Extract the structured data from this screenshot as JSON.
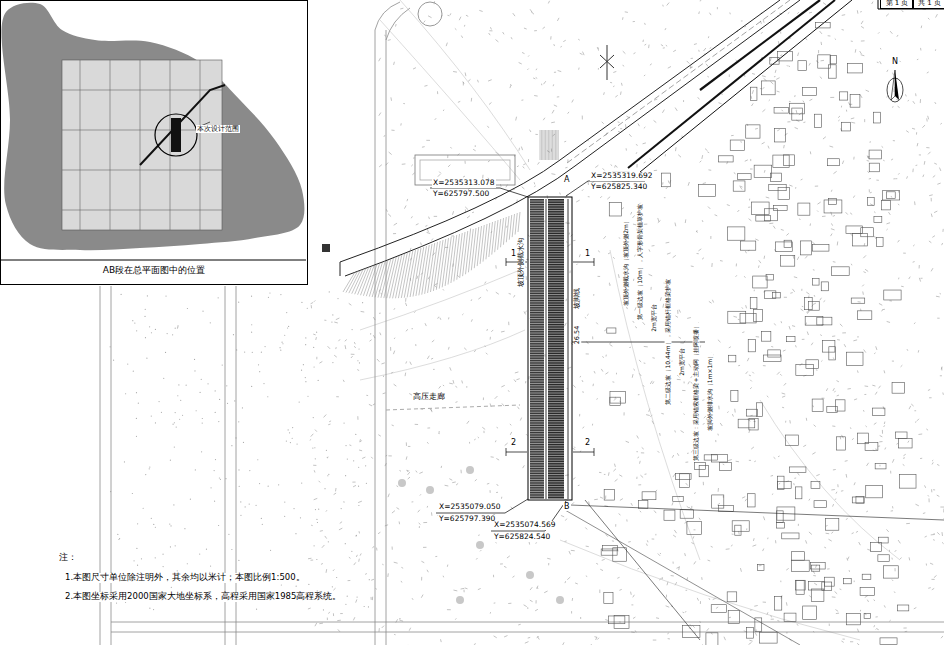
{
  "diagram": {
    "nodes": [
      {
        "text": [
          "AB段在总平面图中的位置"
        ]
      },
      {
        "text": [
          "第 1 页"
        ]
      },
      {
        "text": [
          "共 1 页"
        ]
      }
    ],
    "labels": [
      "本次设计范围",
      "X=2535313.078",
      "Y=625797.500",
      "X=2535319.692",
      "Y=625825.340",
      "A",
      "1",
      "1",
      "坡顶外侧截水沟",
      "坡脚线",
      "26.54",
      "坡顶外侧截水沟（坡顶外侧2m）",
      "第一级边坡（10m），人字形骨架植草护坡",
      "2m宽平台",
      "第二级边坡（10.44m），采用锚杆框格梁护坡",
      "2m宽平台",
      "第三级边坡：采用锚索框格梁+主动网（挂网喷播）",
      "坡脚外侧排水沟（1m×1m）",
      "2",
      "2",
      "高压走廊",
      "X=2535079.050",
      "Y=625797.390",
      "B",
      "X=2535074.569",
      "Y=625824.540",
      "注：",
      "1.本图尺寸单位除注明外，其余均以米计；本图比例1:500。",
      "2.本图坐标采用2000国家大地坐标系，高程采用国家1985高程系统。",
      "N"
    ]
  }
}
